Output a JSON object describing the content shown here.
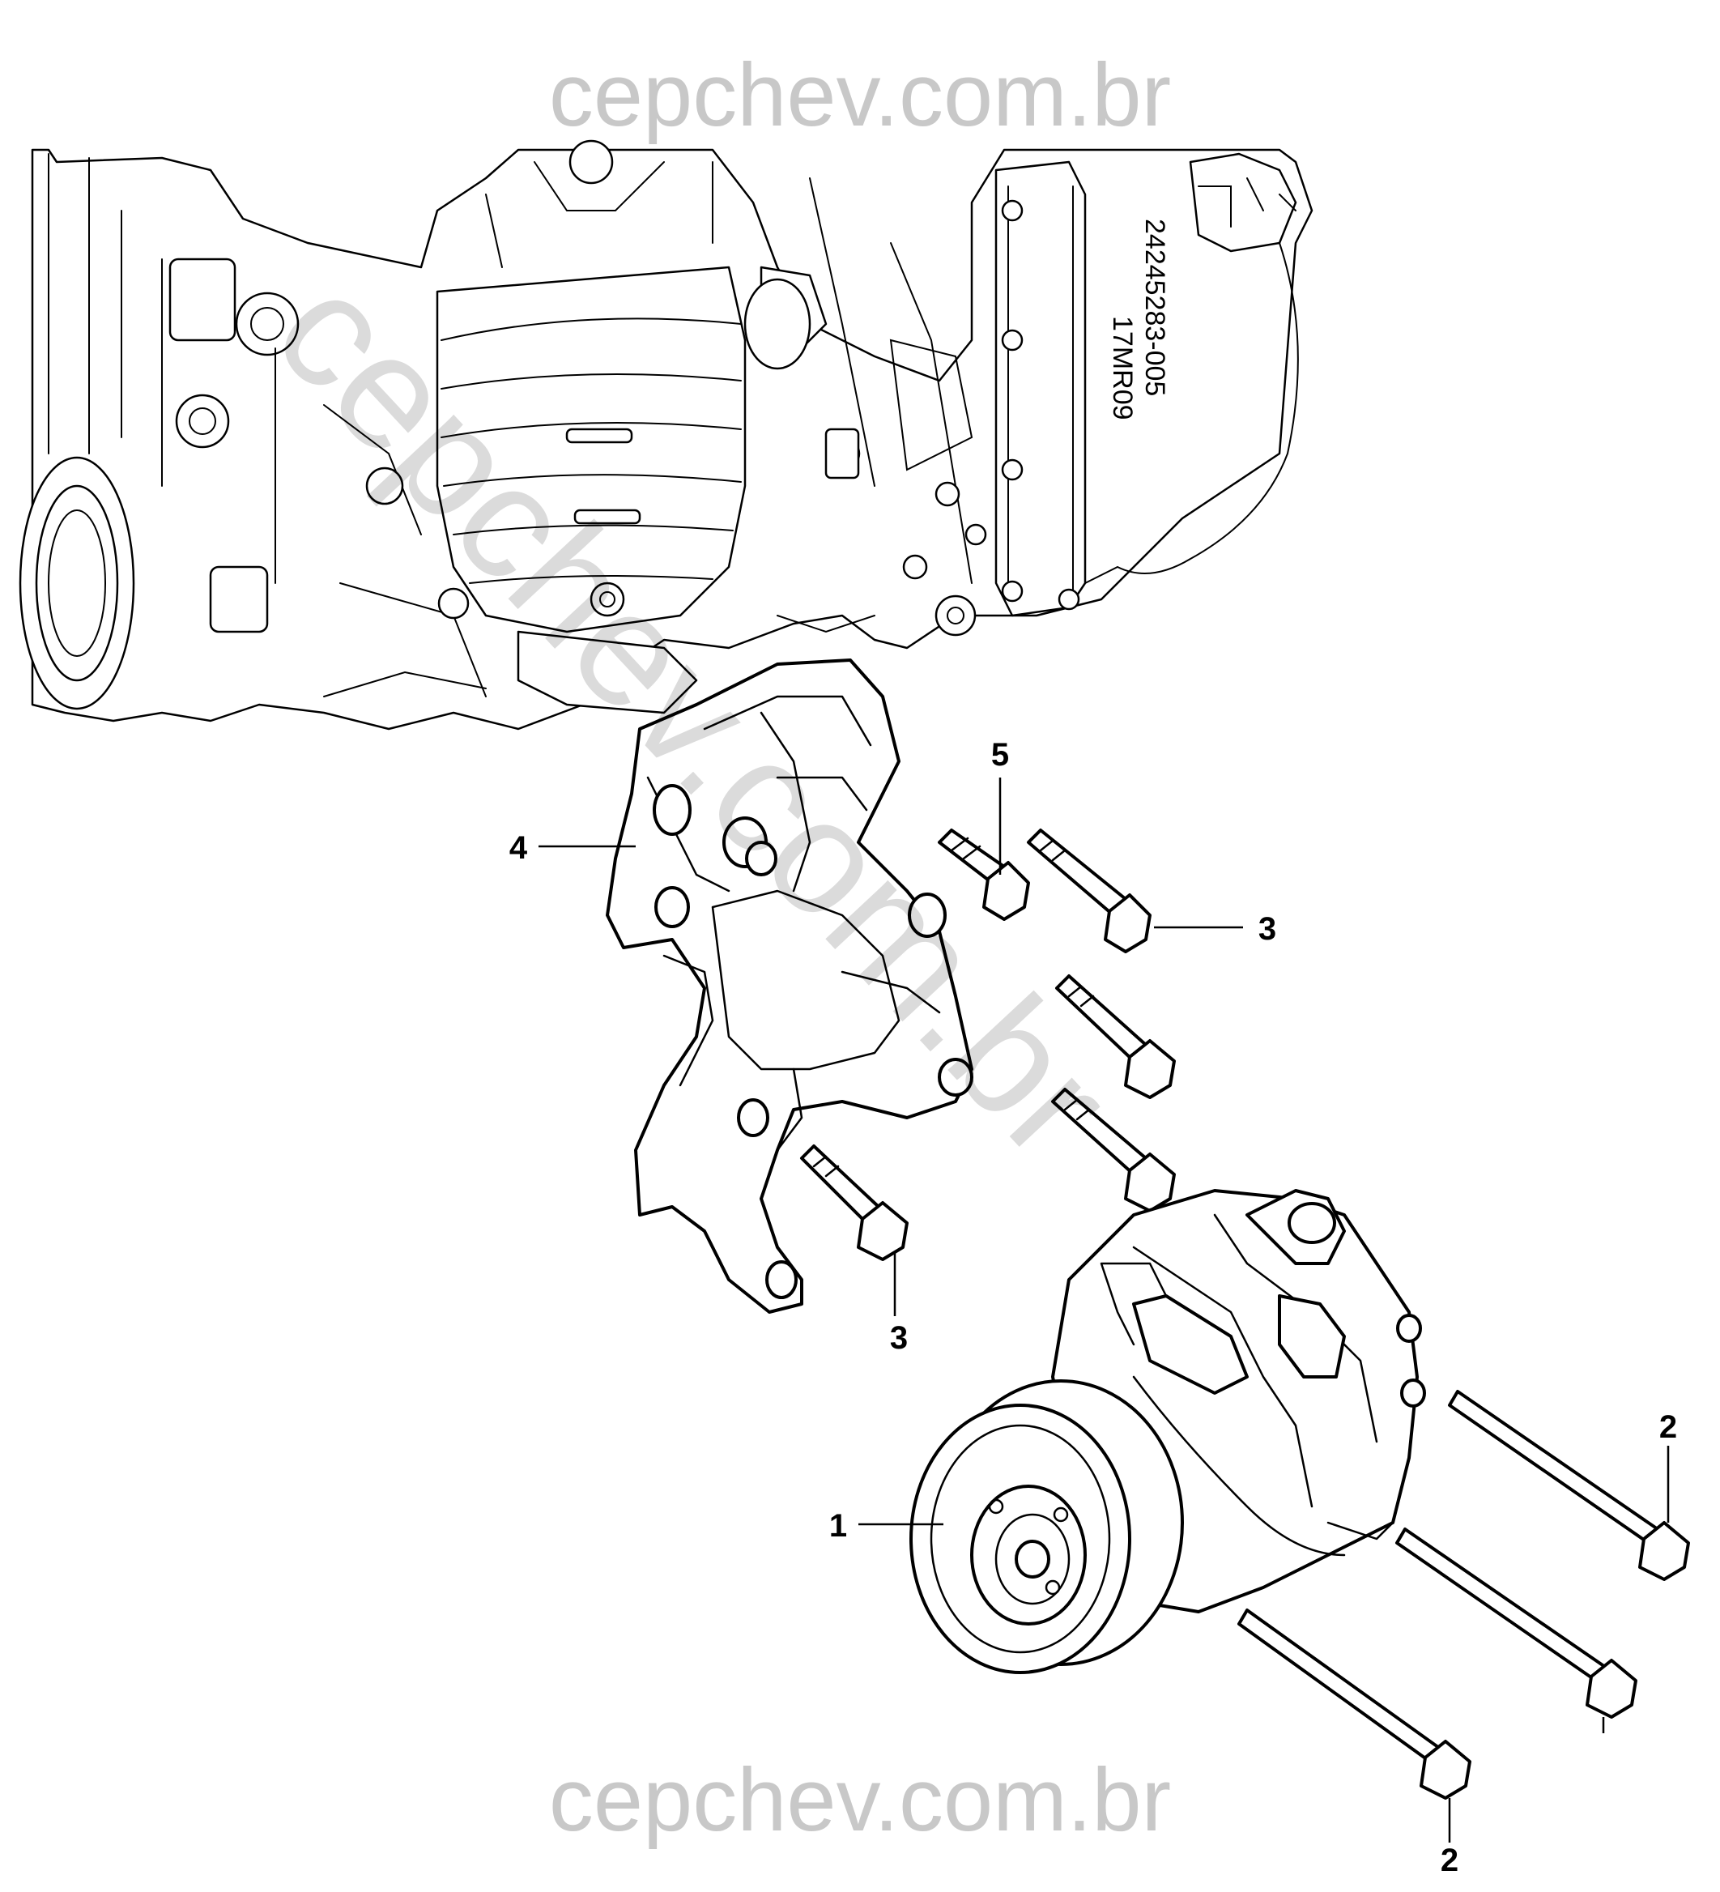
{
  "watermark": {
    "text": "cepchev.com.br",
    "color": "#c8c8c8"
  },
  "engine_stamp": {
    "part_number": "24245283-005",
    "date_code": "17MR09"
  },
  "callouts": [
    {
      "id": "c1",
      "label": "1"
    },
    {
      "id": "c2a",
      "label": "2"
    },
    {
      "id": "c2b",
      "label": "2"
    },
    {
      "id": "c3a",
      "label": "3"
    },
    {
      "id": "c3b",
      "label": "3"
    },
    {
      "id": "c4",
      "label": "4"
    },
    {
      "id": "c5",
      "label": "5"
    }
  ],
  "colors": {
    "line": "#000000",
    "fill": "#ffffff",
    "watermark": "#c8c8c8"
  }
}
